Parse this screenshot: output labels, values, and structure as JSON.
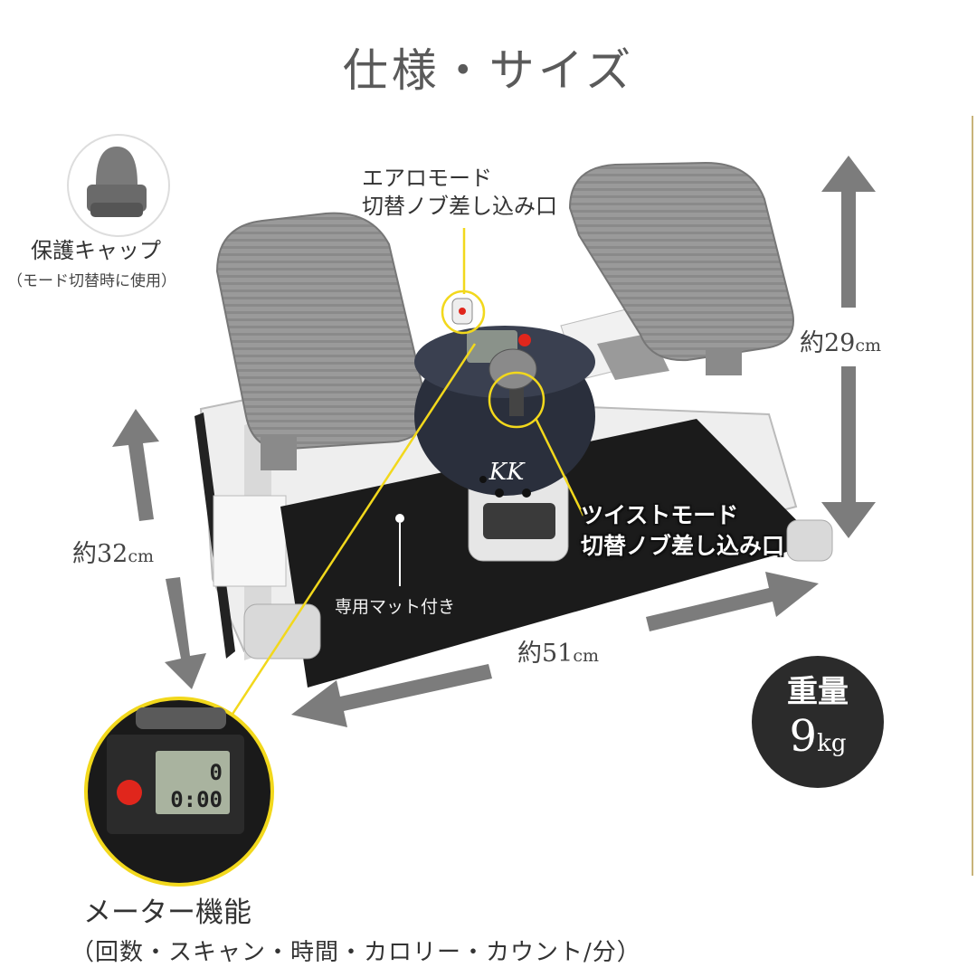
{
  "title": "仕様・サイズ",
  "labels": {
    "aero_line1": "エアロモード",
    "aero_line2": "切替ノブ差し込み口",
    "cap_title": "保護キャップ",
    "cap_note": "（モード切替時に使用）",
    "twist_line1": "ツイストモード",
    "twist_line2": "切替ノブ差し込み口",
    "mat": "専用マット付き",
    "meter_title": "メーター機能",
    "meter_functions": "（回数・スキャン・時間・カロリー・カウント/分）"
  },
  "dimensions": {
    "height_prefix": "約",
    "height_value": "29",
    "height_unit": "cm",
    "depth_prefix": "約",
    "depth_value": "32",
    "depth_unit": "cm",
    "width_prefix": "約",
    "width_value": "51",
    "width_unit": "cm"
  },
  "weight": {
    "label": "重量",
    "value": "9",
    "unit": "kg"
  },
  "meter_display": {
    "count": "0",
    "time": "0:00"
  },
  "colors": {
    "callout_yellow": "#f2d81c",
    "arrow_gray": "#7c7c7c",
    "accent_red": "#e0261c",
    "gold_line": "#c8b37a"
  }
}
